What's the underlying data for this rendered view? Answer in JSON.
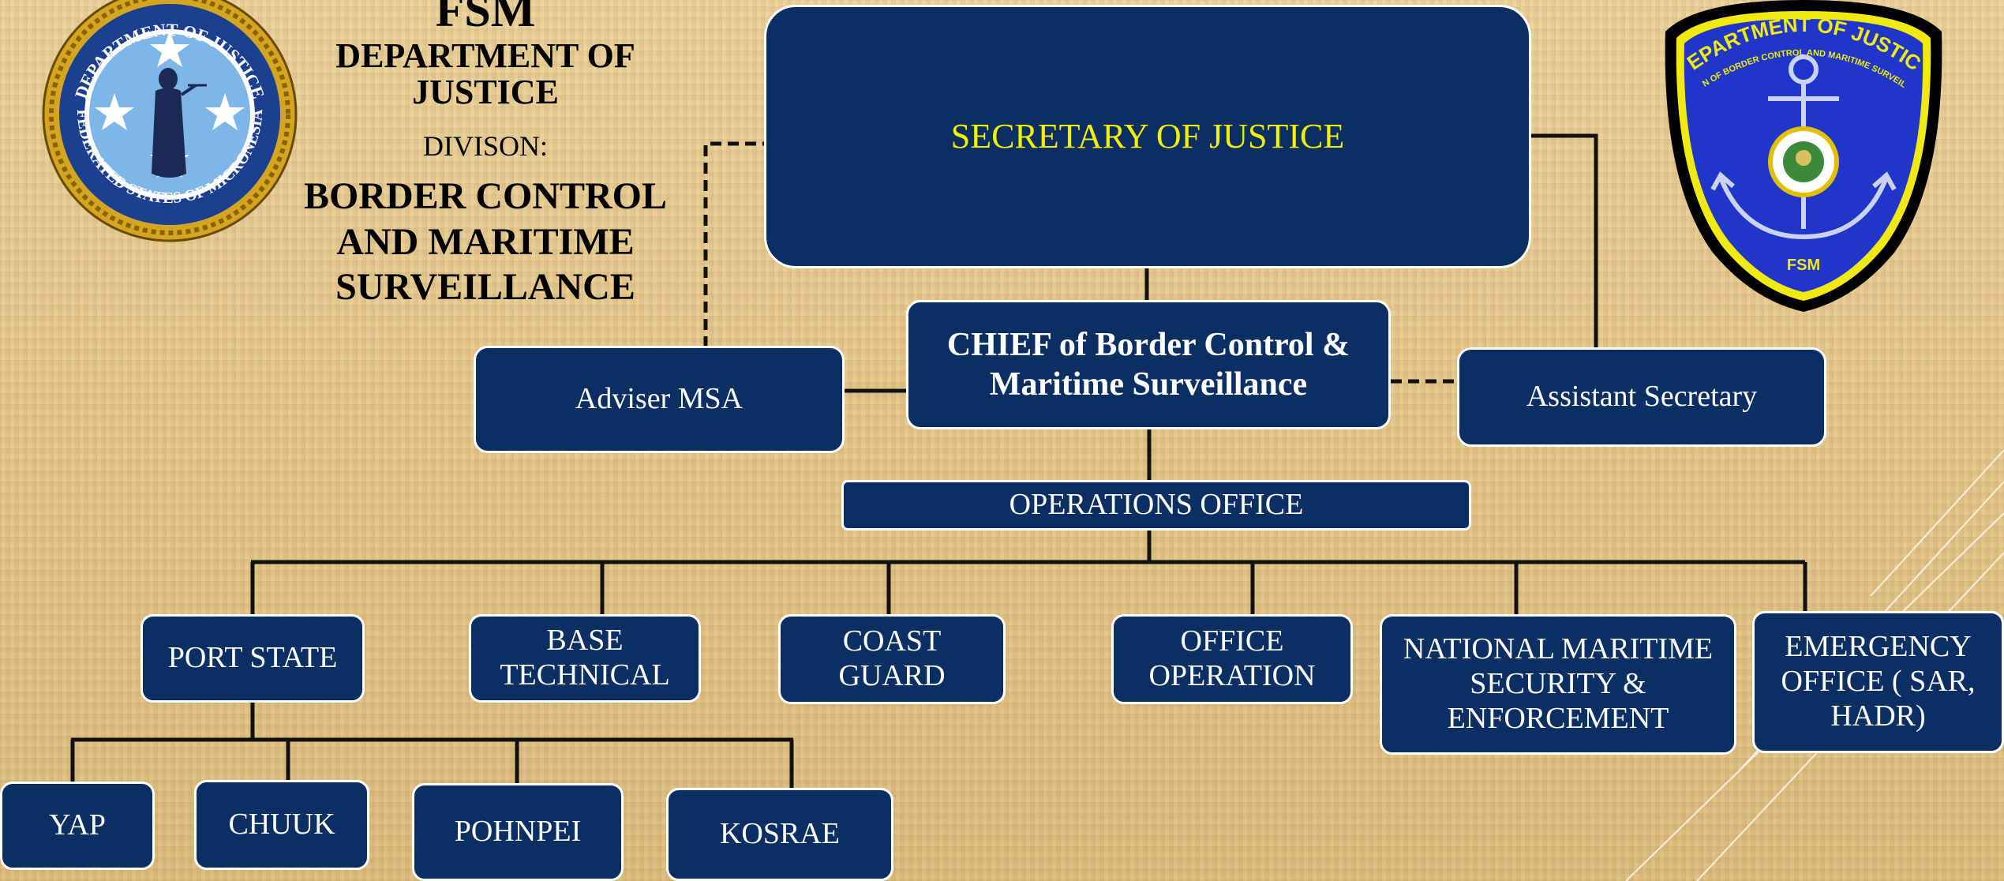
{
  "header": {
    "org_top": "FSM",
    "department": "DEPARTMENT OF\nJUSTICE",
    "division_label": "DIVISON:",
    "division_name": "BORDER CONTROL\nAND MARITIME\nSURVEILLANCE"
  },
  "seal_left": {
    "ring_text_top": "DEPARTMENT OF JUSTICE",
    "ring_text_bottom": "FEDERATED STATES OF MICRONESIA"
  },
  "badge_right": {
    "arc_text": "DEPARTMENT OF JUSTICE",
    "sub_text": "DIVISION OF BORDER CONTROL AND MARITIME SURVEILLANCE",
    "bottom_text": "FSM"
  },
  "org": {
    "secretary": "SECRETARY OF JUSTICE",
    "chief": "CHIEF of Border Control &\nMaritime Surveillance",
    "adviser": "Adviser MSA",
    "assistant": "Assistant Secretary",
    "operations": "OPERATIONS OFFICE",
    "units": [
      "PORT STATE",
      "BASE\nTECHNICAL",
      "COAST\nGUARD",
      "OFFICE\nOPERATION",
      "NATIONAL MARITIME\nSECURITY &\nENFORCEMENT",
      "EMERGENCY\nOFFICE ( SAR,\nHADR)"
    ],
    "states": [
      "YAP",
      "CHUUK",
      "POHNPEI",
      "KOSRAE"
    ]
  },
  "colors": {
    "box_fill": "#0b2f63",
    "box_border": "#ffffff",
    "secretary_text": "#f3f000",
    "connector": "#111111"
  }
}
